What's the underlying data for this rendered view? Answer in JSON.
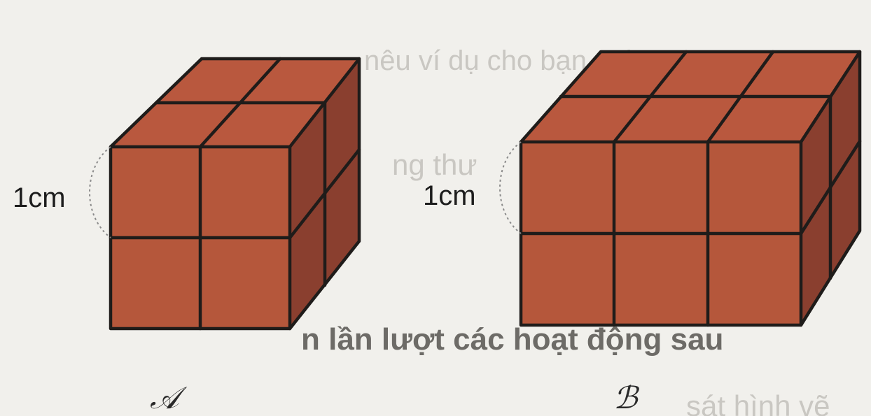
{
  "background_text": {
    "line1": "nêu ví dụ cho bạn nghe",
    "line2": "ng thư",
    "line3": "n lần lượt các hoạt động sau",
    "line4": "sát hình vẽ"
  },
  "figures": [
    {
      "id": "A",
      "label": "𝒜",
      "dimension_label": "1cm",
      "cubes_front_cols": 2,
      "cubes_rows": 2,
      "cubes_depth": 2
    },
    {
      "id": "B",
      "label": "ℬ",
      "dimension_label": "1cm",
      "cubes_front_cols": 3,
      "cubes_rows": 2,
      "cubes_depth": 2
    }
  ],
  "colors": {
    "front": "#b5573b",
    "top": "#b9583e",
    "side": "#8a3f2f",
    "edge": "#1f1c1a"
  }
}
